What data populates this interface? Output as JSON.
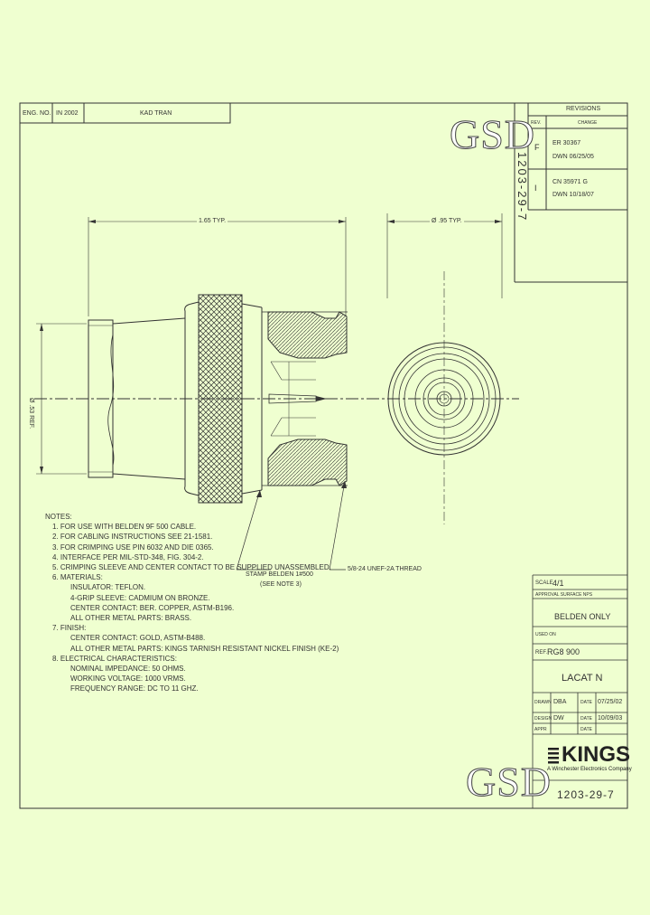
{
  "title_block_top": {
    "eng_no_label": "ENG. NO.",
    "eng_no_value": "IN 2002",
    "drawn_label": "KAD TRAN"
  },
  "revisions": {
    "header": "REVISIONS",
    "col_rev": "REV.",
    "col_change": "CHANGE",
    "rows": [
      {
        "rev": "F",
        "change": "ER 30367",
        "date": "DWN 06/25/05"
      },
      {
        "rev": "I",
        "change": "CN 35971 G",
        "date": "DWN 10/18/07"
      }
    ]
  },
  "logo_text": "GSD",
  "vertical_part_no": "1203-29-7",
  "dimensions": {
    "overall_length": "1.65 TYP.",
    "outer_diameter": "Ø .95 TYP.",
    "cable_diameter": "Ø .53 REF."
  },
  "callouts": {
    "stamp": "STAMP BELDEN 1#500",
    "stamp_sub": "(SEE NOTE 3)",
    "thread": "5/8-24 UNEF-2A THREAD"
  },
  "notes": {
    "heading": "NOTES:",
    "lines": [
      "1. FOR USE WITH BELDEN 9F 500 CABLE.",
      "2. FOR CABLING INSTRUCTIONS SEE 21-1581.",
      "3. FOR CRIMPING USE PIN 6032 AND DIE 0365.",
      "4. INTERFACE PER MIL-STD-348, FIG. 304-2.",
      "5. CRIMPING SLEEVE AND CENTER CONTACT TO BE SUPPLIED UNASSEMBLED.",
      "6. MATERIALS:"
    ],
    "materials": [
      "INSULATOR: TEFLON.",
      "4-GRIP SLEEVE: CADMIUM ON BRONZE.",
      "CENTER CONTACT: BER. COPPER, ASTM-B196.",
      "ALL OTHER METAL PARTS: BRASS."
    ],
    "finish_heading": "7. FINISH:",
    "finish": [
      "CENTER CONTACT: GOLD, ASTM-B488.",
      "ALL OTHER METAL PARTS: KINGS TARNISH RESISTANT NICKEL FINISH (KE-2)"
    ],
    "elec_heading": "8. ELECTRICAL CHARACTERISTICS:",
    "elec": [
      "NOMINAL IMPEDANCE: 50 OHMS.",
      "WORKING VOLTAGE: 1000 VRMS.",
      "FREQUENCY RANGE: DC TO 11 GHZ."
    ]
  },
  "title_block": {
    "scale_label": "SCALE",
    "scale_value": "4/1",
    "approval_label": "APPROVAL SURFACE NPS",
    "description": "BELDEN ONLY",
    "used_on_label": "USED ON",
    "ref_label": "REF.",
    "ref_value": "RG8 900",
    "part_desc": "LACAT N",
    "drawn_label": "DRAWN",
    "drawn_value": "DBA",
    "drawn_date_label": "DATE",
    "drawn_date": "07/25/02",
    "design_label": "DESIGN",
    "design_value": "DW",
    "design_date_label": "DATE",
    "design_date": "10/09/03",
    "appr_label": "APPR",
    "appr_date_label": "DATE",
    "company": "KINGS",
    "company_sub": "A Winchester Electronics Company",
    "drawing_no": "1203-29-7"
  },
  "colors": {
    "background": "#efffd0",
    "line": "#333333"
  }
}
